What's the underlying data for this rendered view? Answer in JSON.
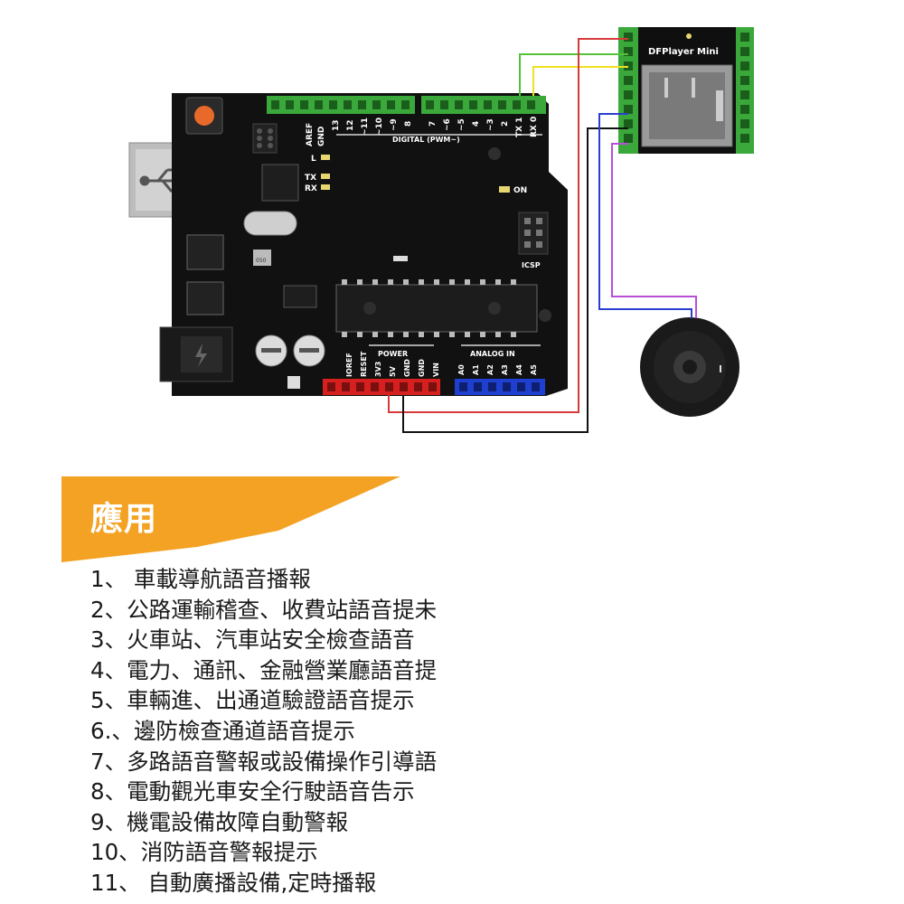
{
  "diagram": {
    "board": {
      "header_pins": [
        "AREF",
        "GND",
        "13",
        "12",
        "~11",
        "~10",
        "~9",
        "8",
        "7",
        "~6",
        "~5",
        "4",
        "~3",
        "2",
        "TX 1",
        "RX 0"
      ],
      "digital_label": "DIGITAL (PWM~)",
      "led_labels": [
        "L",
        "TX",
        "RX"
      ],
      "on_label": "ON",
      "icsp_label": "ICSP",
      "power_label": "POWER",
      "analog_label": "ANALOG IN",
      "power_pins": [
        "IOREF",
        "RESET",
        "3V3",
        "5V",
        "GND",
        "GND",
        "VIN"
      ],
      "analog_pins": [
        "A0",
        "A1",
        "A2",
        "A3",
        "A4",
        "A5"
      ],
      "crystal_label": "050"
    },
    "module": {
      "name": "DFPlayer Mini"
    },
    "colors": {
      "board": "#111111",
      "header_green": "#3aa83a",
      "header_red": "#d62020",
      "header_blue": "#1f3fd1",
      "wire_red": "#d63a3a",
      "wire_green": "#55c23a",
      "wire_yellow": "#f0e020",
      "wire_black": "#111111",
      "wire_blue": "#2a3fcf",
      "wire_purple": "#b84fd8",
      "banner_orange": "#f4a223"
    }
  },
  "section": {
    "title": "應用"
  },
  "applications": [
    {
      "num": "1、",
      "text": " 車載導航語音播報"
    },
    {
      "num": "2、",
      "text": "公路運輸稽查、收費站語音提未"
    },
    {
      "num": "3、",
      "text": "火車站、汽車站安全檢查語音"
    },
    {
      "num": "4、",
      "text": "電力、通訊、金融營業廳語音提"
    },
    {
      "num": "5、",
      "text": "車輛進、出通道驗證語音提示"
    },
    {
      "num": "6.、",
      "text": "邊防檢查通道語音提示"
    },
    {
      "num": "7、",
      "text": "多路語音警報或設備操作引導語"
    },
    {
      "num": "8、",
      "text": "電動觀光車安全行駛語音告示"
    },
    {
      "num": "9、",
      "text": "機電設備故障自動警報"
    },
    {
      "num": "10、",
      "text": "消防語音警報提示"
    },
    {
      "num": "11、",
      "text": " 自動廣播設備,定時播報"
    }
  ]
}
